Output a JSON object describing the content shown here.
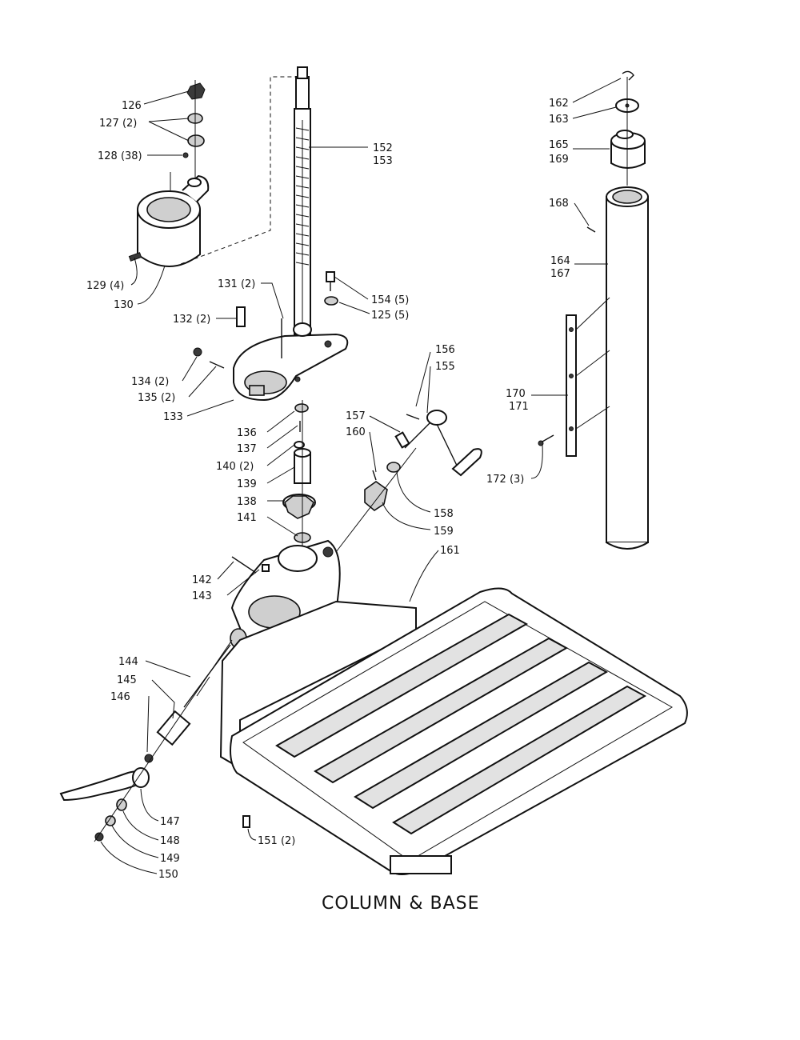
{
  "title": "COLUMN & BASE",
  "callouts": {
    "c126": "126",
    "c127": "127 (2)",
    "c128": "128 (38)",
    "c129": "129 (4)",
    "c130": "130",
    "c131": "131 (2)",
    "c132": "132 (2)",
    "c133": "133",
    "c134": "134 (2)",
    "c135": "135 (2)",
    "c136": "136",
    "c137": "137",
    "c138": "138",
    "c139": "139",
    "c140": "140 (2)",
    "c141": "141",
    "c142": "142",
    "c143": "143",
    "c144": "144",
    "c145": "145",
    "c146": "146",
    "c147": "147",
    "c148": "148",
    "c149": "149",
    "c150": "150",
    "c151": "151 (2)",
    "c152": "152",
    "c153": "153",
    "c154": "154 (5)",
    "c125": "125 (5)",
    "c155": "155",
    "c156": "156",
    "c157": "157",
    "c158": "158",
    "c159": "159",
    "c160": "160",
    "c161": "161",
    "c162": "162",
    "c163": "163",
    "c164": "164",
    "c165": "165",
    "c167": "167",
    "c168": "168",
    "c169": "169",
    "c170": "170",
    "c171": "171",
    "c172": "172 (3)"
  }
}
